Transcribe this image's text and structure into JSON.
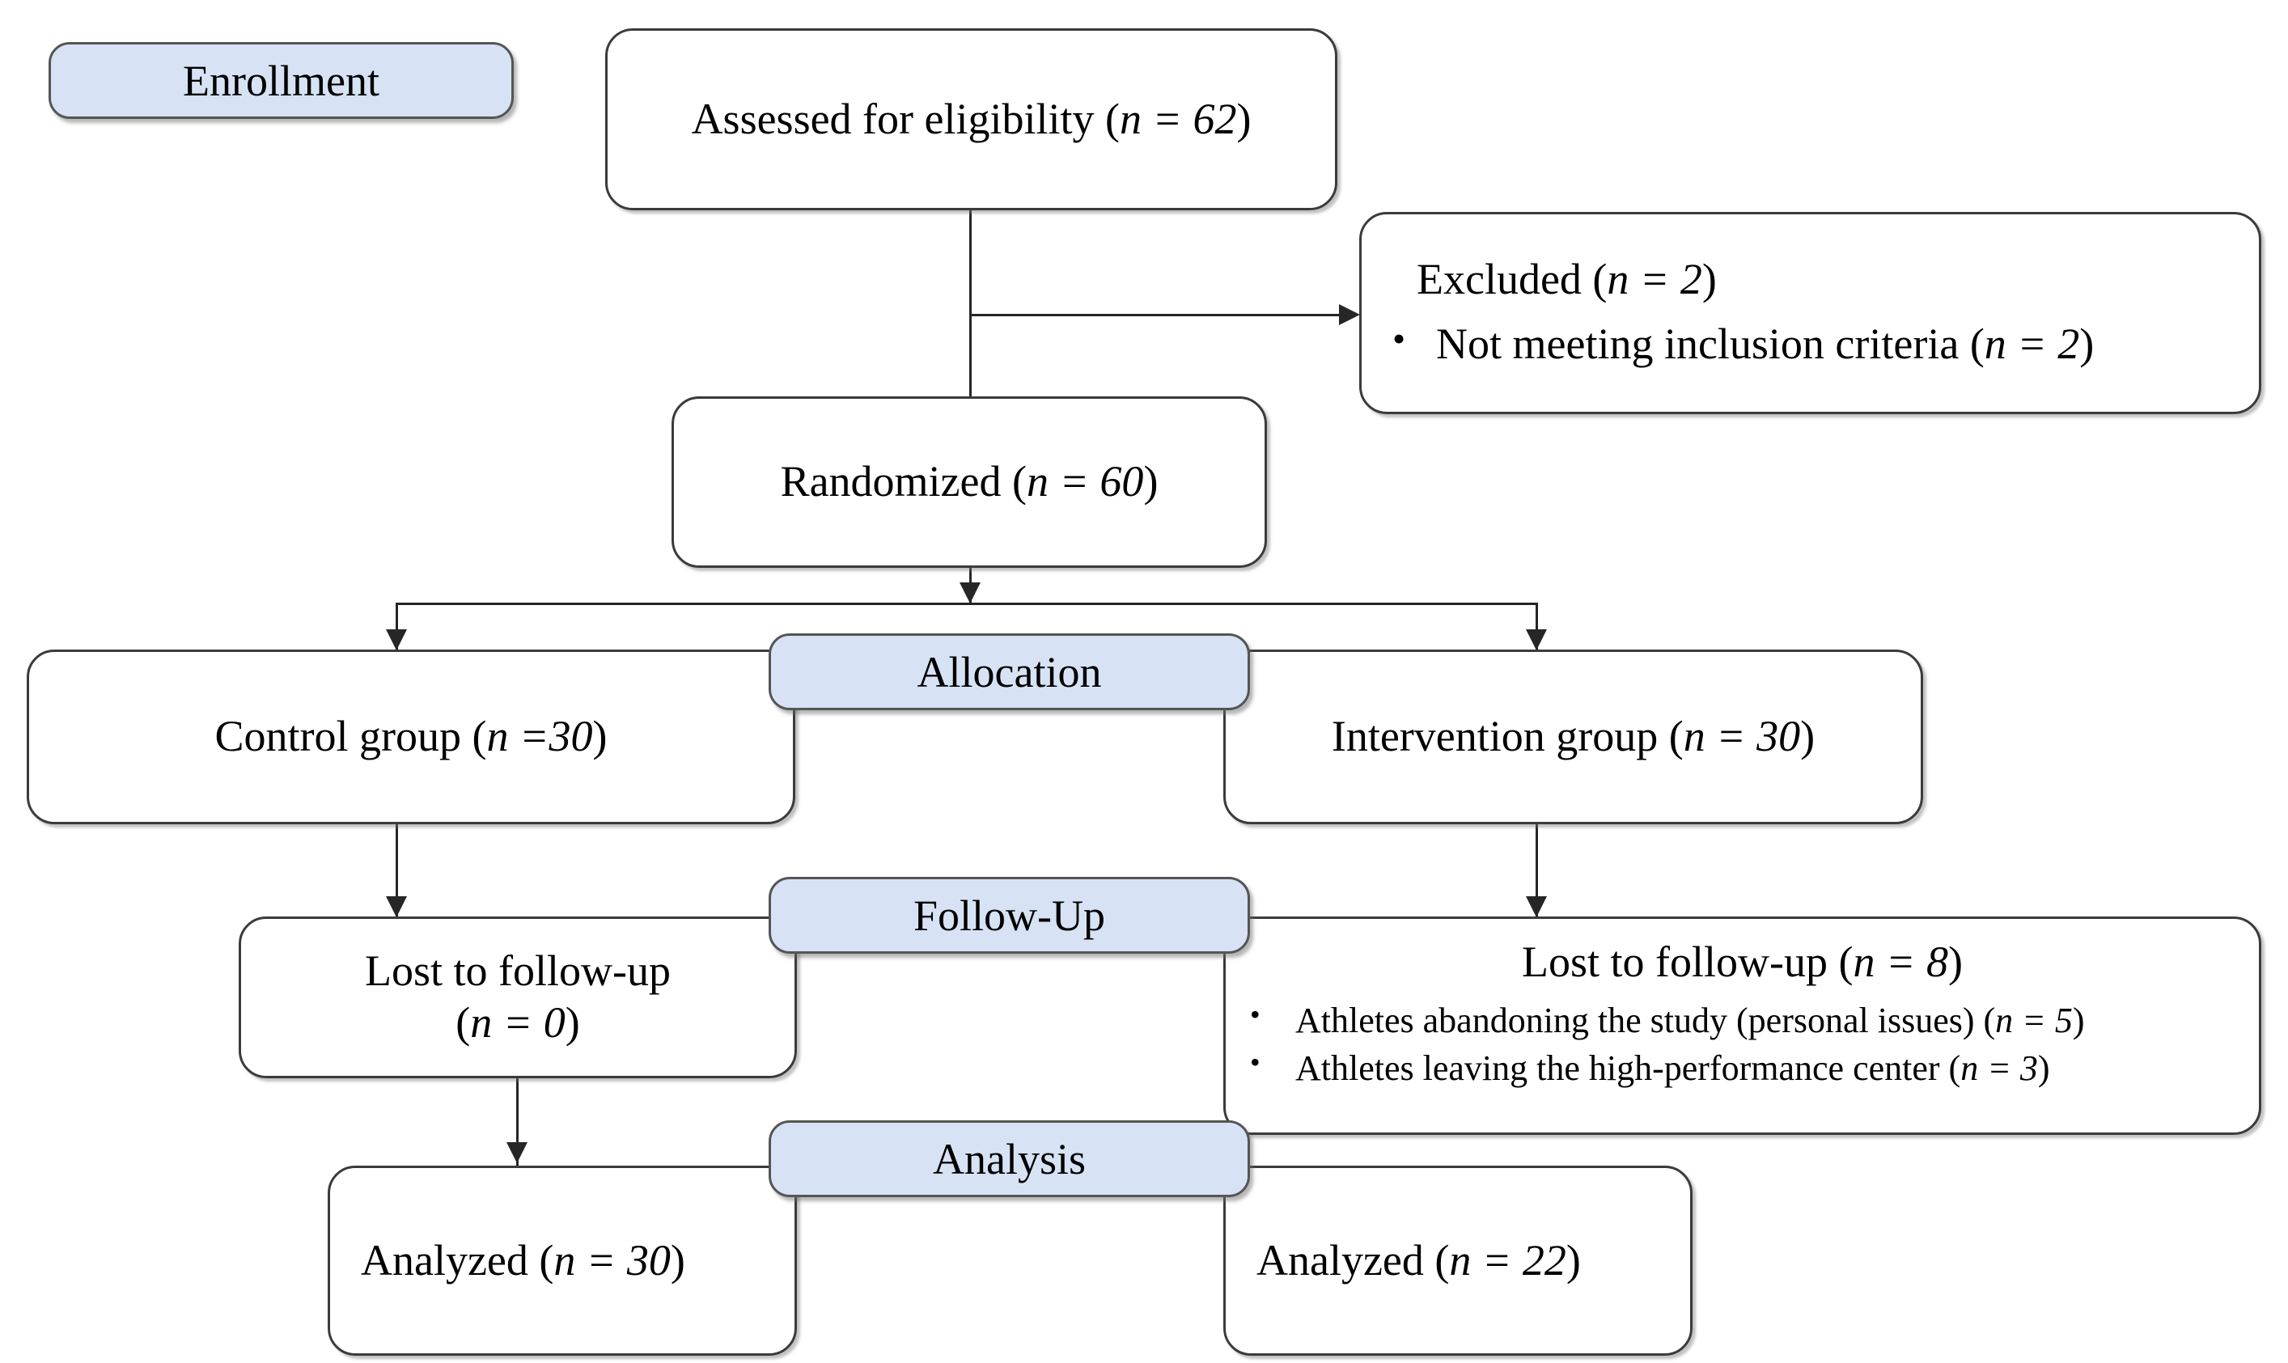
{
  "diagram": {
    "type": "consort-flow-diagram",
    "accent_blue": "#d7e3f4",
    "border_color": "#3b3b3b",
    "background": "#ffffff"
  },
  "stages": {
    "enrollment": "Enrollment",
    "allocation": "Allocation",
    "follow_up": "Follow-Up",
    "analysis": "Analysis"
  },
  "nodes": {
    "assessed": {
      "text_prefix": "Assessed for eligibility (",
      "n_label": "n = 62",
      "text_suffix": ")"
    },
    "excluded": {
      "heading_prefix": "Excluded (",
      "heading_n": "n = 2",
      "heading_suffix": ")",
      "bullets": [
        {
          "prefix": "Not meeting inclusion criteria (",
          "n": "n = 2",
          "suffix": ")"
        }
      ]
    },
    "randomized": {
      "text_prefix": "Randomized (",
      "n_label": "n = 60",
      "text_suffix": ")"
    },
    "control_group": {
      "text_prefix": "Control group (",
      "n_label": "n =30",
      "text_suffix": ")"
    },
    "intervention_group": {
      "text_prefix": "Intervention group (",
      "n_label": "n = 30",
      "text_suffix": ")"
    },
    "lost_control": {
      "line1": "Lost to follow-up",
      "line2_prefix": "(",
      "line2_n": "n = 0",
      "line2_suffix": ")"
    },
    "lost_intervention": {
      "heading_prefix": "Lost to follow-up (",
      "heading_n": "n = 8",
      "heading_suffix": ")",
      "bullets": [
        {
          "prefix": "Athletes abandoning the study (personal issues) (",
          "n": "n = 5",
          "suffix": ")"
        },
        {
          "prefix": "Athletes leaving the high-performance center (",
          "n": "n = 3",
          "suffix": ")"
        }
      ]
    },
    "analyzed_control": {
      "text_prefix": "Analyzed (",
      "n_label": "n = 30",
      "text_suffix": ")"
    },
    "analyzed_intervention": {
      "text_prefix": "Analyzed (",
      "n_label": "n = 22",
      "text_suffix": ")"
    }
  },
  "chart_data": {
    "type": "table",
    "title": "CONSORT participant flow",
    "stages": [
      "Enrollment",
      "Allocation",
      "Follow-Up",
      "Analysis"
    ],
    "counts": {
      "assessed_for_eligibility": 62,
      "excluded_total": 2,
      "excluded_not_meeting_inclusion_criteria": 2,
      "randomized": 60,
      "control_group_allocated": 30,
      "intervention_group_allocated": 30,
      "control_lost_to_follow_up": 0,
      "intervention_lost_to_follow_up": 8,
      "intervention_lost_abandoning_study_personal_issues": 5,
      "intervention_lost_leaving_high_performance_center": 3,
      "control_analyzed": 30,
      "intervention_analyzed": 22
    }
  }
}
